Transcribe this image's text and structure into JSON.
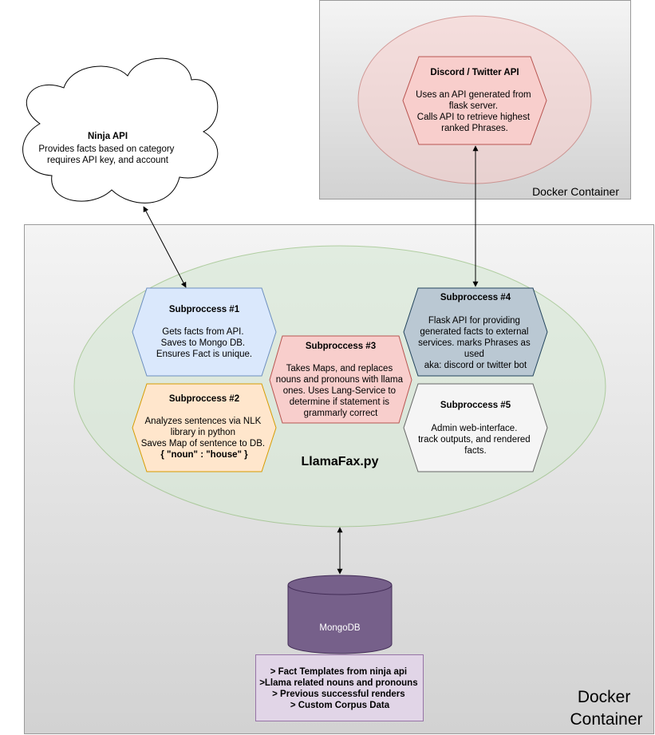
{
  "colors": {
    "docker_gradient_top": "#f4f4f4",
    "docker_gradient_bottom": "#d2d2d2",
    "docker_border": "#9a9a9a",
    "ellipse_green_fill": "#d5e8d4",
    "ellipse_red_fill": "#f8cecc",
    "hex_blue": "#dae8fc",
    "hex_orange": "#ffe6cc",
    "hex_red": "#f8cecc",
    "hex_steel": "#bac8d3",
    "hex_light": "#f5f5f5",
    "mongodb_fill": "#76608a",
    "corpus_fill": "#e1d5e7"
  },
  "ninja_cloud": {
    "title": "Ninja API",
    "lines": [
      "Provides facts based on category",
      "requires API key, and account"
    ]
  },
  "docker_top": {
    "label": "Docker  Container",
    "discord": {
      "title": "Discord / Twitter API",
      "lines": [
        "Uses an API generated from",
        "flask server.",
        "Calls API to retrieve highest",
        "ranked Phrases."
      ]
    }
  },
  "docker_main": {
    "label_lines": [
      "Docker",
      "Container"
    ],
    "ellipse_label": "LlamaFax.py",
    "subprocesses": [
      {
        "title": "Subproccess #1",
        "lines": [
          "Gets facts from API.",
          "Saves to Mongo DB.",
          "Ensures Fact is unique."
        ]
      },
      {
        "title": "Subproccess #2",
        "lines": [
          "Analyzes sentences via NLK",
          "library in python",
          "Saves Map of sentence to DB.",
          "{ \"noun\" : \"house\" }"
        ]
      },
      {
        "title": "Subproccess #3",
        "lines": [
          "Takes Maps, and replaces",
          "nouns and pronouns with llama",
          "ones. Uses Lang-Service to",
          "determine if statement is",
          "grammarly correct"
        ]
      },
      {
        "title": "Subproccess #4",
        "lines": [
          "Flask API for providing",
          "generated facts to external",
          "services. marks Phrases as",
          "used",
          "aka: discord or twitter bot"
        ]
      },
      {
        "title": "Subproccess #5",
        "lines": [
          "Admin web-interface.",
          "track outputs, and rendered",
          "facts."
        ]
      }
    ],
    "mongodb": {
      "label": "MongoDB",
      "notes": [
        "> Fact Templates from ninja api",
        ">Llama related nouns and pronouns",
        "> Previous successful renders",
        "> Custom Corpus Data"
      ]
    }
  }
}
